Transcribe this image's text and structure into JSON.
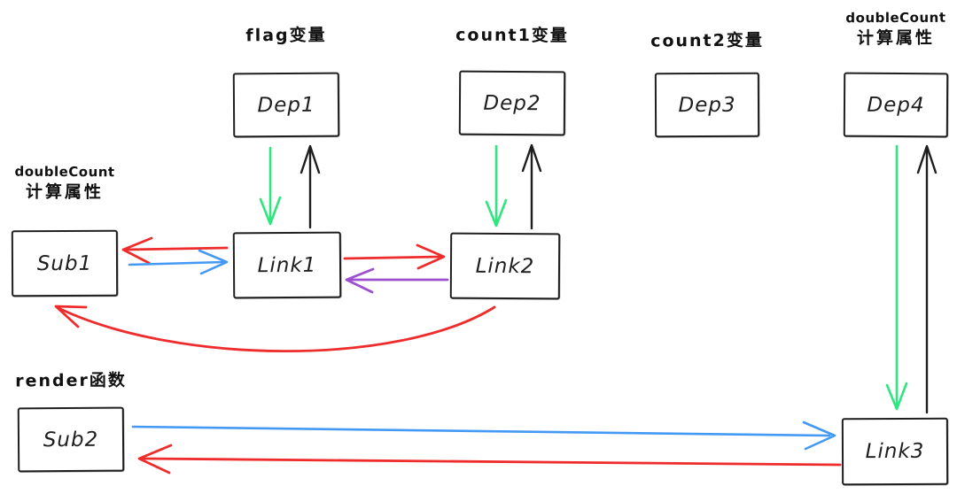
{
  "app": {
    "background": "#ffffff",
    "type": "hand-drawn dependency diagram"
  },
  "colors": {
    "ink": "#1e1e1e",
    "red": "#ee2c2c",
    "blue": "#4499f5",
    "green": "#2ee67e",
    "purple": "#9c4fce"
  },
  "diagram": {
    "nodes": {
      "dep1": {
        "label": "Dep1",
        "annotation": "flag变量"
      },
      "dep2": {
        "label": "Dep2",
        "annotation": "count1变量"
      },
      "dep3": {
        "label": "Dep3",
        "annotation": "count2变量"
      },
      "dep4": {
        "label": "Dep4",
        "annotation_line1": "doubleCount",
        "annotation_line2": "计算属性"
      },
      "sub1": {
        "label": "Sub1",
        "annotation_line1": "doubleCount",
        "annotation_line2": "计算属性"
      },
      "link1": {
        "label": "Link1"
      },
      "link2": {
        "label": "Link2"
      },
      "sub2": {
        "label": "Sub2",
        "annotation": "render函数"
      },
      "link3": {
        "label": "Link3"
      }
    },
    "edges": [
      {
        "from": "Dep1",
        "to": "Link1",
        "color": "green",
        "shape": "straight"
      },
      {
        "from": "Link1",
        "to": "Dep1",
        "color": "ink",
        "shape": "straight"
      },
      {
        "from": "Dep2",
        "to": "Link2",
        "color": "green",
        "shape": "straight"
      },
      {
        "from": "Link2",
        "to": "Dep2",
        "color": "ink",
        "shape": "straight"
      },
      {
        "from": "Dep4",
        "to": "Link3",
        "color": "green",
        "shape": "straight"
      },
      {
        "from": "Link3",
        "to": "Dep4",
        "color": "ink",
        "shape": "straight"
      },
      {
        "from": "Link1",
        "to": "Sub1",
        "color": "red",
        "shape": "straight"
      },
      {
        "from": "Sub1",
        "to": "Link1",
        "color": "blue",
        "shape": "straight"
      },
      {
        "from": "Link1",
        "to": "Link2",
        "color": "red",
        "shape": "straight"
      },
      {
        "from": "Link2",
        "to": "Link1",
        "color": "purple",
        "shape": "straight"
      },
      {
        "from": "Link2",
        "to": "Sub1",
        "color": "red",
        "shape": "curved"
      },
      {
        "from": "Sub2",
        "to": "Link3",
        "color": "blue",
        "shape": "straight"
      },
      {
        "from": "Link3",
        "to": "Sub2",
        "color": "red",
        "shape": "straight"
      }
    ]
  }
}
